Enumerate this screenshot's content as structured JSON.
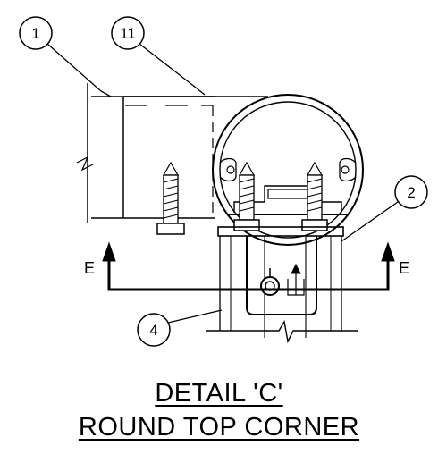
{
  "callouts": {
    "c1": "1",
    "c11": "11",
    "c2": "2",
    "c4": "4"
  },
  "section_marker_left": "E",
  "section_marker_right": "E",
  "title": {
    "line1": "DETAIL 'C'",
    "line2": "ROUND TOP CORNER"
  }
}
